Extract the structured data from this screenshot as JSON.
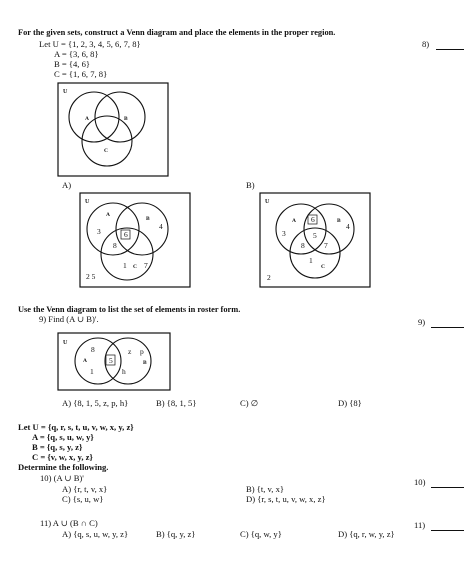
{
  "instructions": {
    "venn_construct": "For the given sets, construct a Venn diagram and place the elements in the proper region.",
    "roster_form": "Use the Venn diagram to list the set of elements in roster form."
  },
  "q8": {
    "number": "8)",
    "answer_label": "8)",
    "U": "Let U = {1, 2, 3, 4, 5, 6, 7, 8}",
    "A": "A = {3, 6, 8}",
    "B": "B = {4, 6}",
    "C": "C = {1, 6, 7, 8}",
    "diagram": {
      "u": "U",
      "a": "A",
      "b": "B",
      "c": "C"
    },
    "option_a": {
      "label": "A)",
      "u": "U",
      "a": "A",
      "b": "B",
      "c": "C",
      "n3": "3",
      "n8": "8",
      "n6": "6",
      "n4": "4",
      "n1": "1",
      "n7": "7",
      "outside": "2 5"
    },
    "option_b": {
      "label": "B)",
      "u": "U",
      "a": "A",
      "b": "B",
      "c": "C",
      "n3": "3",
      "n6": "6",
      "n8": "8",
      "n5": "5",
      "n7": "7",
      "n4": "4",
      "n1": "1",
      "outside": "2"
    }
  },
  "q9": {
    "number": "9) Find (A ∪ B)'.",
    "answer_label": "9)",
    "diagram": {
      "u": "U",
      "a": "A",
      "b": "B",
      "n8": "8",
      "n1": "1",
      "n5": "5",
      "z": "z",
      "p": "p",
      "h": "h"
    },
    "choices": {
      "a": "A) {8, 1, 5, z, p, h}",
      "b": "B) {8, 1, 5}",
      "c": "C) ∅",
      "d": "D) {8}"
    }
  },
  "set_defs": {
    "U": "Let U = {q, r, s, t, u, v, w, x, y, z}",
    "A": "A = {q, s, u, w, y}",
    "B": "B = {q, s, y, z}",
    "C": "C = {v, w, x, y, z}",
    "determine": "Determine the following."
  },
  "q10": {
    "number": "10) (A ∪ B)'",
    "answer_label": "10)",
    "choices": {
      "a": "A) {r, t, v, x}",
      "b": "B) {t, v, x}",
      "c": "C) {s, u, w}",
      "d": "D) {r, s, t, u, v, w, x, z}"
    }
  },
  "q11": {
    "number": "11) A ∪ (B ∩ C)",
    "answer_label": "11)",
    "choices": {
      "a": "A) {q, s, u, w, y, z}",
      "b": "B) {q, y, z}",
      "c": "C) {q, w, y}",
      "d": "D) {q, r, w, y, z}"
    }
  }
}
